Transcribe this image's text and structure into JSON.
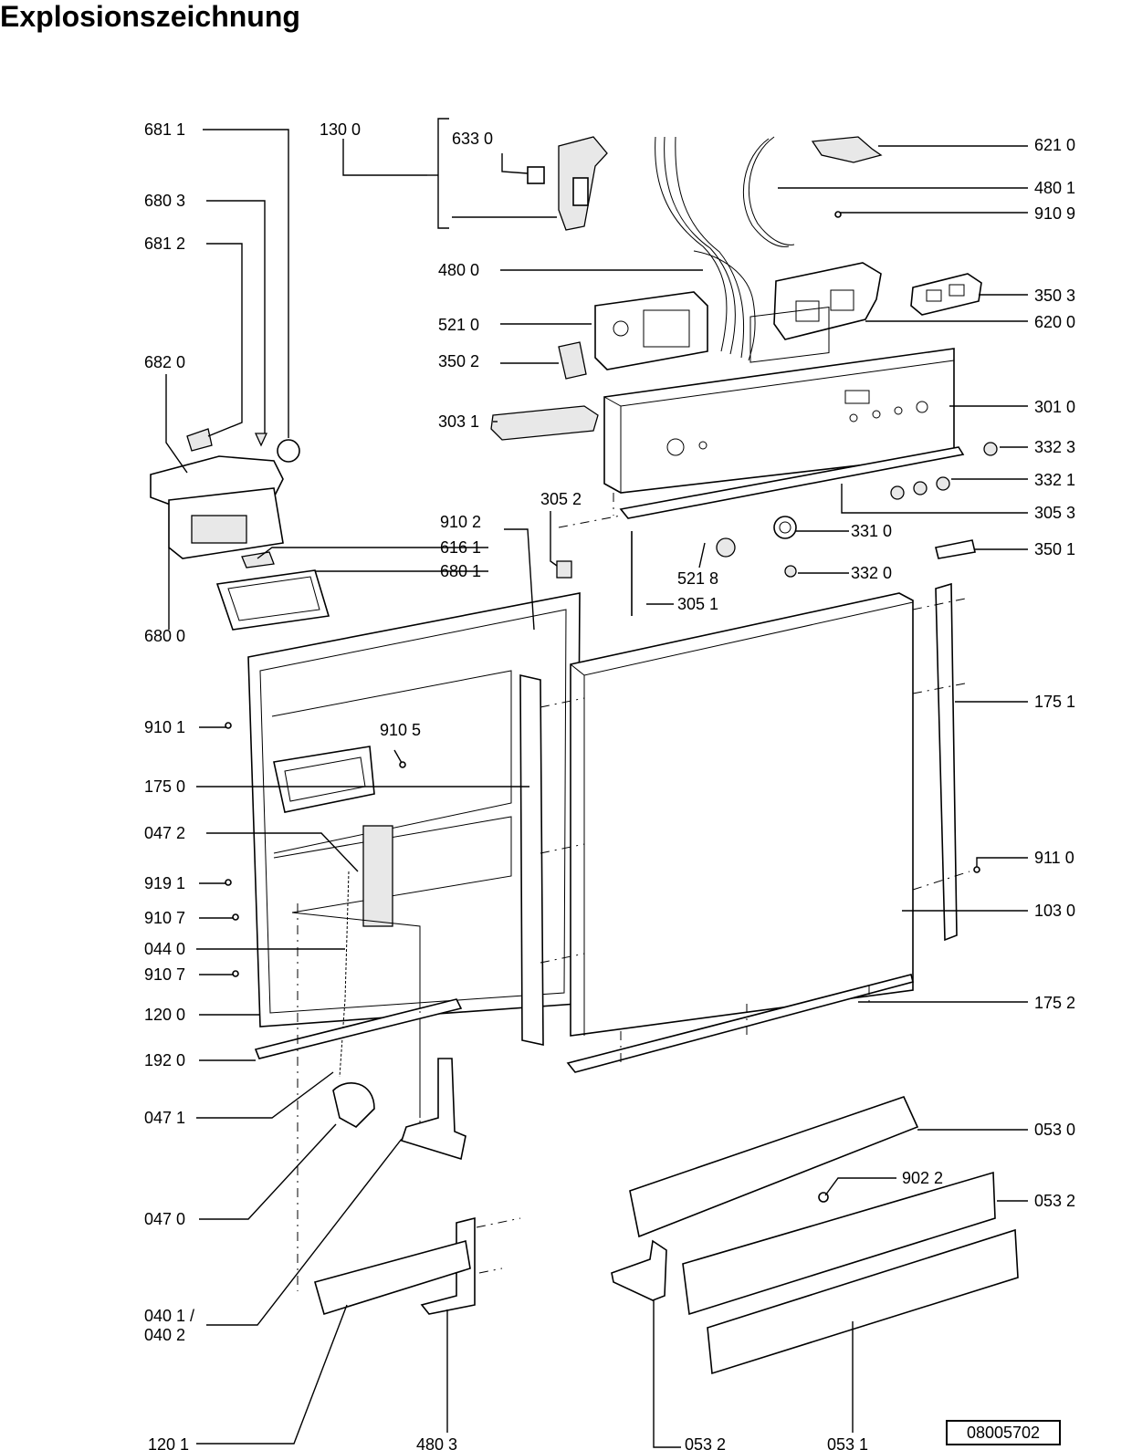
{
  "title": "Explosionszeichnung",
  "document_number": "08005702",
  "labels": {
    "l6811": "681 1",
    "l1300": "130 0",
    "l6330": "633 0",
    "l6210": "621 0",
    "l6803": "680 3",
    "l4801": "480 1",
    "l9109": "910 9",
    "l6812": "681 2",
    "l4800": "480 0",
    "l3503": "350 3",
    "l5210": "521 0",
    "l6200": "620 0",
    "l6820": "682 0",
    "l3502": "350 2",
    "l3010": "301 0",
    "l3031": "303 1",
    "l3323": "332 3",
    "l3321": "332 1",
    "l3052": "305 2",
    "l3053": "305 3",
    "l9102": "910 2",
    "l3310": "331 0",
    "l6161": "616 1",
    "l3501": "350 1",
    "l6801": "680 1",
    "l5218": "521 8",
    "l3320": "332 0",
    "l3051": "305 1",
    "l6800": "680 0",
    "l1751": "175 1",
    "l9101": "910 1",
    "l9105": "910 5",
    "l1750": "175 0",
    "l0472": "047 2",
    "l9110": "911 0",
    "l9191": "919 1",
    "l9107a": "910 7",
    "l1030": "103 0",
    "l0440": "044 0",
    "l9107b": "910 7",
    "l1200": "120 0",
    "l1752": "175 2",
    "l1920": "192 0",
    "l0471": "047 1",
    "l0530": "053 0",
    "l9022": "902 2",
    "l0532a": "053 2",
    "l0470": "047 0",
    "l0401": "040 1 /",
    "l0402": "040 2",
    "l1201": "120 1",
    "l4803": "480 3",
    "l0532b": "053 2",
    "l0531": "053 1"
  }
}
